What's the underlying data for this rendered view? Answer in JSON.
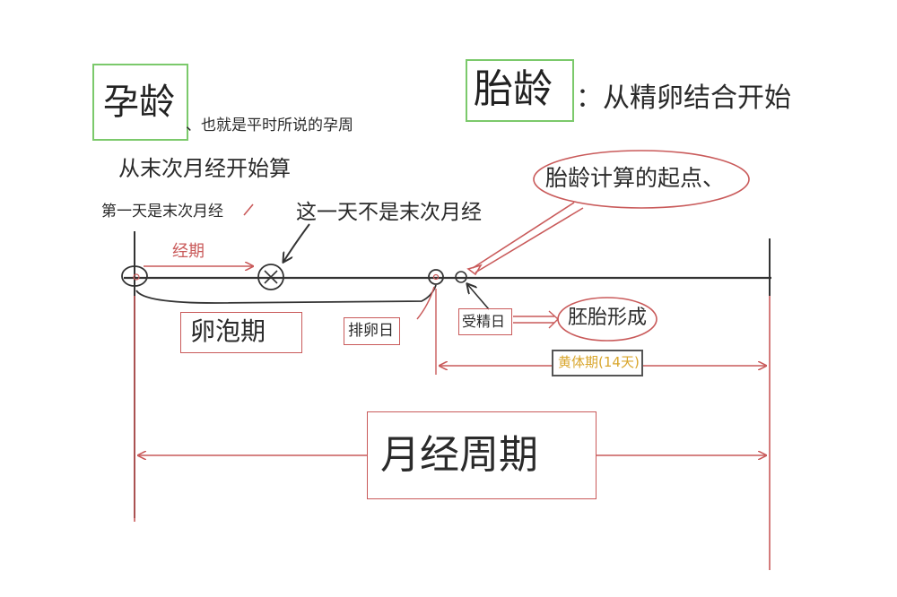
{
  "gestational_age": {
    "term": "孕龄",
    "desc_line1": "、也就是平时所说的孕周",
    "desc_line2": "从末次月经开始算"
  },
  "embryonic_age": {
    "term": "胎龄",
    "desc": "：从精卵结合开始",
    "callout": "胎龄计算的起点、"
  },
  "labels": {
    "first_day": "第一天是末次月经",
    "not_this_day": "这一天不是末次月经",
    "menses": "经期",
    "follicular": "卵泡期",
    "ovulation_day": "排卵日",
    "fertilization_day": "受精日",
    "embryo_formation": "胚胎形成",
    "luteal_phase": "黄体期(14天)",
    "menstrual_cycle": "月经周期"
  },
  "colors": {
    "ink": "#2a2a2a",
    "red": "#c95a5a",
    "green": "#7bc96b",
    "gold": "#d9a62c"
  }
}
